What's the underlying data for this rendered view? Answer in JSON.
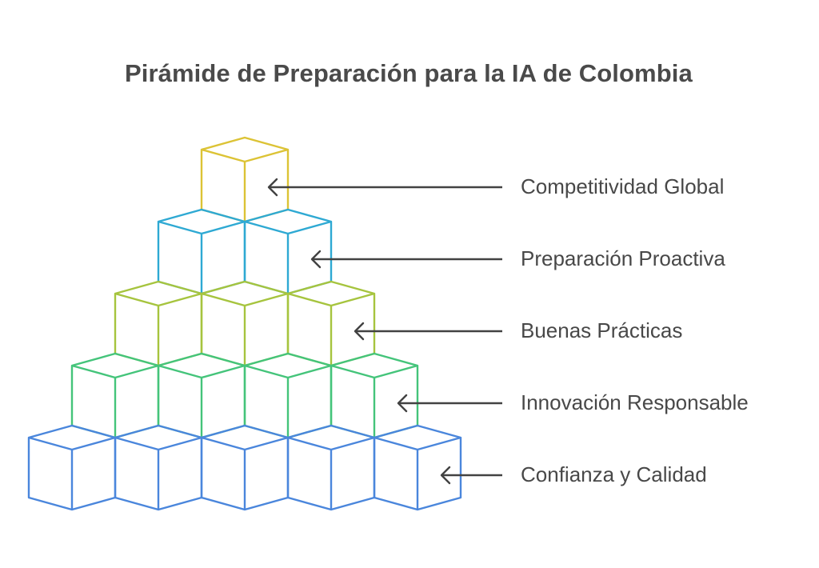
{
  "title": "Pirámide de Preparación para la IA de Colombia",
  "levels": [
    {
      "label": "Competitividad Global",
      "color": "#dcc335"
    },
    {
      "label": "Preparación Proactiva",
      "color": "#2ea9d3"
    },
    {
      "label": "Buenas Prácticas",
      "color": "#a6c43e"
    },
    {
      "label": "Innovación Responsable",
      "color": "#44c47a"
    },
    {
      "label": "Confianza y Calidad",
      "color": "#4a86dc"
    }
  ],
  "arrow_color": "#424242"
}
